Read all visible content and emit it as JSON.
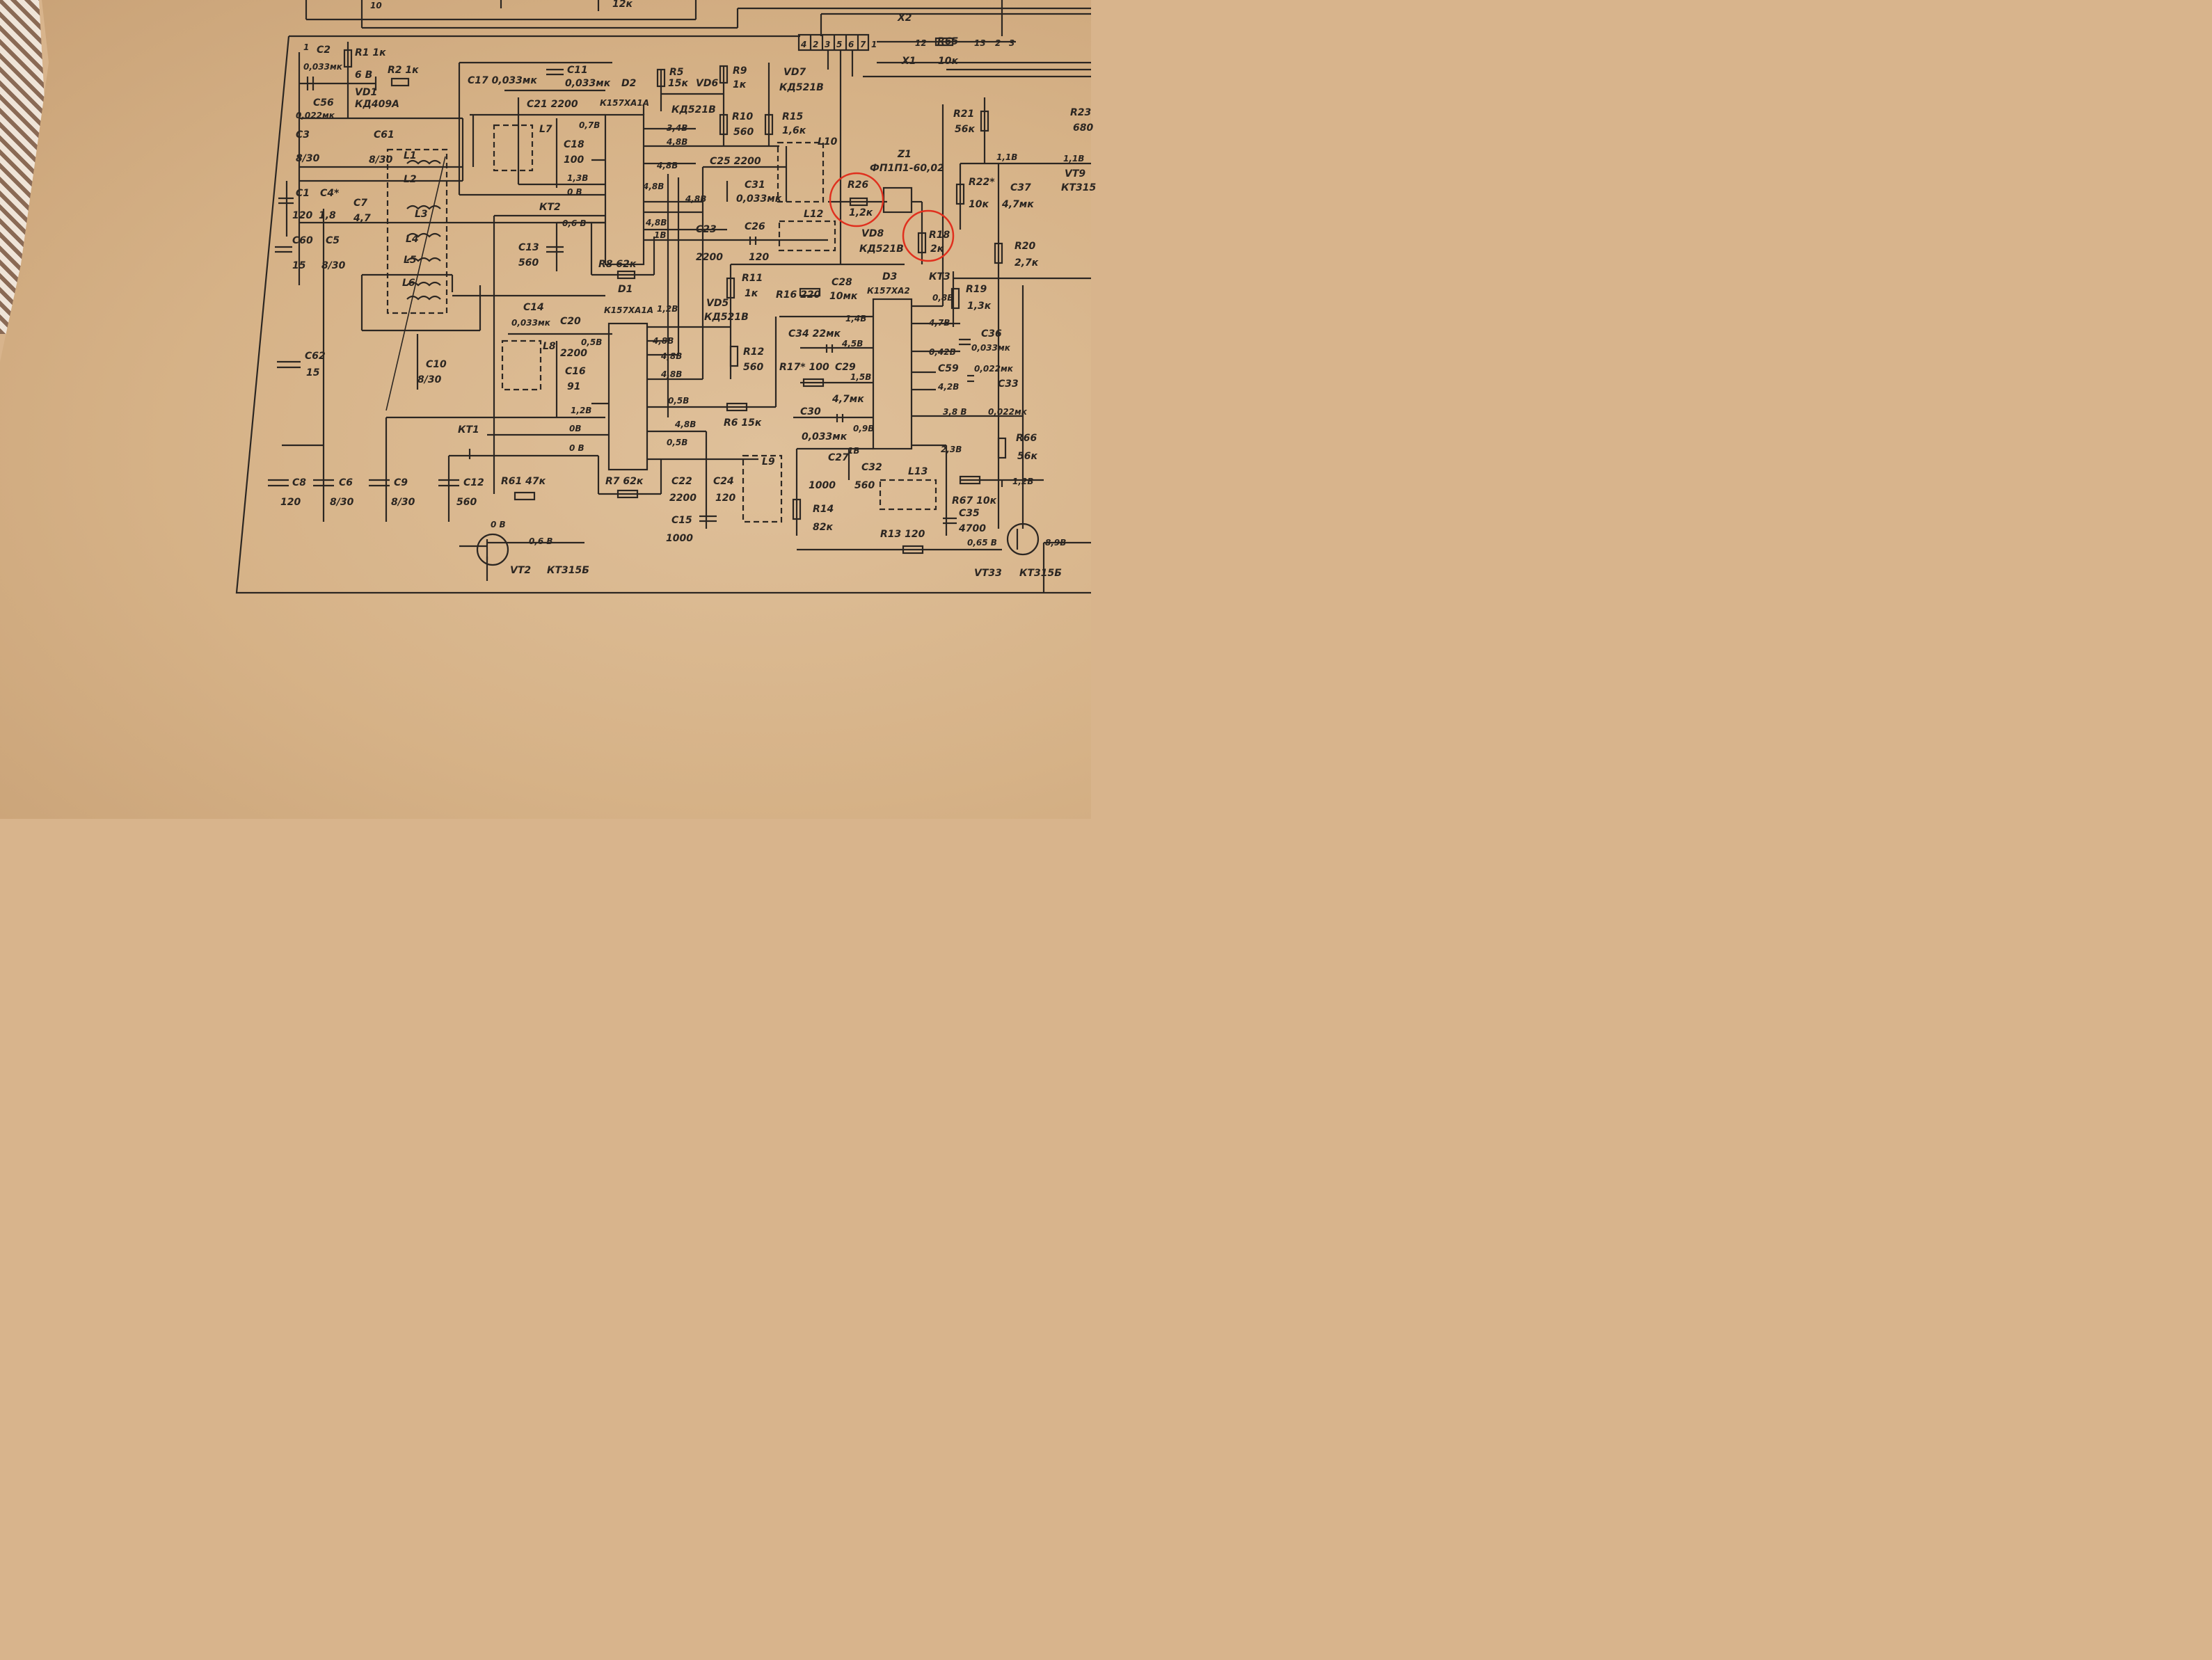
{
  "labels": {
    "C2": "C2",
    "C2v": "0,033мк",
    "R1": "R1 1к",
    "R2": "R2 1к",
    "V6B": "6 В",
    "VD1": "VD1",
    "VD1v": "КД409А",
    "C56": "C56",
    "C56v": "0,022мк",
    "C3": "C3",
    "C3v": "8/30",
    "C61": "C61",
    "C61v": "8/30",
    "L1": "L1",
    "L2": "L2",
    "L3": "L3",
    "L4": "L4",
    "L5": "L5",
    "L6": "L6",
    "C1": "C1",
    "C1v": "120",
    "C4": "C4*",
    "C4v": "1,8",
    "C7": "C7",
    "C7v": "4,7",
    "C60": "C60",
    "C60v": "15",
    "C5": "C5",
    "C5v": "8/30",
    "C62": "C62",
    "C62v": "15",
    "C10": "C10",
    "C10v": "8/30",
    "C8": "C8",
    "C8v": "120",
    "C6": "C6",
    "C6v": "8/30",
    "C9": "C9",
    "C9v": "8/30",
    "C12": "C12",
    "C12v": "560",
    "C17": "C17 0,033мк",
    "C11": "C11",
    "C11v": "0,033мк",
    "D2": "D2",
    "D2t": "К157ХА1А",
    "C21": "C21 2200",
    "L7": "L7",
    "C18": "C18",
    "C18v": "100",
    "R5": "R5",
    "R5v": "15к",
    "VD6": "VD6",
    "VD6v": "КД521В",
    "R9": "R9",
    "R9v": "1к",
    "R10": "R10",
    "R10v": "560",
    "VD7": "VD7",
    "VD7v": "КД521В",
    "R15": "R15",
    "R15v": "1,6к",
    "L10": "L10",
    "C25": "C25 2200",
    "C31": "C31",
    "C31v": "0,033мк",
    "KT2": "КТ2",
    "C13": "C13",
    "C13v": "560",
    "R8": "R8 62к",
    "D1": "D1",
    "D1t": "К157ХА1А",
    "C23": "C23",
    "C23v": "2200",
    "C26": "C26",
    "C26v": "120",
    "L12": "L12",
    "Z1": "Z1",
    "Z1t": "ФП1П1-60,02",
    "R26": "R26",
    "R26v": "1,2к",
    "R18": "R18",
    "R18v": "2к",
    "VD8": "VD8",
    "VD8v": "КД521В",
    "D3": "D3",
    "D3t": "К157ХА2",
    "KT3": "КТ3",
    "R21": "R21",
    "R21v": "56к",
    "R23": "R23",
    "R23v": "680",
    "R22": "R22*",
    "R22v": "10к",
    "C37": "C37",
    "C37v": "4,7мк",
    "VT9": "VT9",
    "VT9t": "КТ315",
    "R20": "R20",
    "R20v": "2,7к",
    "R19": "R19",
    "R19v": "1,3к",
    "C36": "C36",
    "C36v": "0,033мк",
    "C59": "C59",
    "C59v": "0,022мк",
    "C33": "C33",
    "C33v": "0,022мк",
    "R11": "R11",
    "R11v": "1к",
    "R16": "R16 220",
    "C28": "C28",
    "C28v": "10мк",
    "C34": "C34 22мк",
    "VD5": "VD5",
    "VD5v": "КД521В",
    "R12": "R12",
    "R12v": "560",
    "R17": "R17* 100",
    "C29": "C29",
    "C29v": "4,7мк",
    "C30": "C30",
    "C30v": "0,033мк",
    "C27": "C27",
    "C27v": "1000",
    "C32": "C32",
    "C32v": "560",
    "L13": "L13",
    "R14": "R14",
    "R14v": "82к",
    "C35": "C35",
    "C35v": "4700",
    "R13": "R13 120",
    "R66": "R66",
    "R66v": "56к",
    "R67": "R67 10к",
    "C14": "C14",
    "C14v": "0,033мк",
    "C20": "C20",
    "L8": "L8",
    "C16": "C16",
    "C16v": "91",
    "C20v": "2200",
    "R6": "R6 15к",
    "KT1": "КТ1",
    "R61": "R61 47к",
    "R7": "R7 62к",
    "C22": "C22",
    "C22v": "2200",
    "C24": "C24",
    "C24v": "120",
    "L9": "L9",
    "C15": "C15",
    "C15v": "1000",
    "VT2": "VT2",
    "VT2t": "КТ315Б",
    "VT33": "VT33",
    "VT33t": "КТ315Б",
    "X1": "X1",
    "X2": "X2",
    "R65": "R65",
    "R65v": "10к",
    "R12k": "12к",
    "v": {
      "a": "0,7В",
      "b": "3,4В",
      "c": "4,8В",
      "d": "4,8В",
      "e": "4,8В",
      "f": "1,3В",
      "g": "0 В",
      "h": "0,6 В",
      "i": "4,8В",
      "j": "1В",
      "k": "1,2В",
      "l": "0,5В",
      "m": "4,8В",
      "n": "4,8В",
      "o": "4,8В",
      "p": "0,5В",
      "q": "1,2В",
      "r": "0В",
      "s": "0 В",
      "t": "4,8В",
      "u": "0,5В",
      "w": "1,4В",
      "x": "4,5В",
      "y": "1,5В",
      "z": "0,9В",
      "aa": "1В",
      "ab": "4,7В",
      "ac": "0,42В",
      "ad": "4,2В",
      "ae": "3,8 В",
      "af": "2,3В",
      "ag": "1,2В",
      "ah": "0,65 В",
      "ai": "8,9В",
      "aj": "0 В",
      "ak": "0,6 В",
      "al": "1,1В",
      "am": "1,1В",
      "an": "0,8В",
      "ao": "4,8В"
    },
    "pins": {
      "p4": "4",
      "p2": "2",
      "p3": "3",
      "p5": "5",
      "p6": "6",
      "p7": "7",
      "p1": "1",
      "p12": "12",
      "p13": "13",
      "p2b": "2",
      "p3b": "3",
      "p10": "10",
      "p1b": "1"
    }
  },
  "colors": {
    "ink": "#2b2622",
    "paper": "#d6b287",
    "highlight": "#e0301e"
  }
}
